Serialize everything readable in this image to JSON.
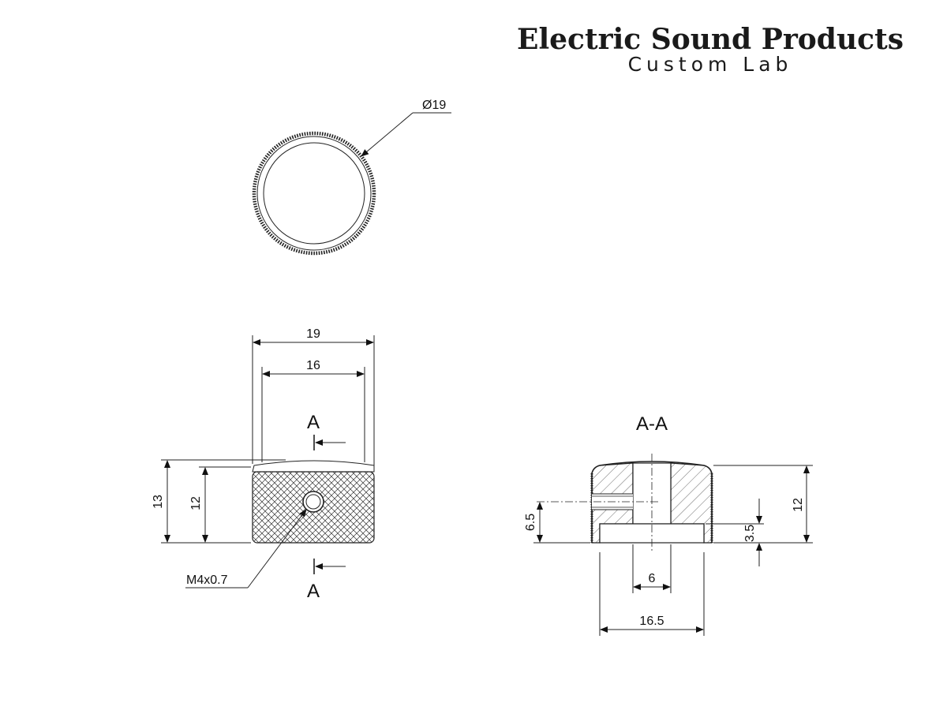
{
  "brand": {
    "name": "Electric Sound Products",
    "tagline": "Custom Lab"
  },
  "top_view": {
    "diameter_label": "Ø19"
  },
  "front_view": {
    "width_outer": "19",
    "width_top": "16",
    "height_total": "13",
    "height_body": "12",
    "screw_label": "M4x0.7",
    "section_marker_top": "A",
    "section_marker_bottom": "A"
  },
  "section_view": {
    "title": "A-A",
    "height": "12",
    "screw_height": "6.5",
    "recess_depth": "3.5",
    "bore_width": "6",
    "base_width": "16.5"
  },
  "colors": {
    "line": "#222222",
    "hatch": "#444444"
  }
}
